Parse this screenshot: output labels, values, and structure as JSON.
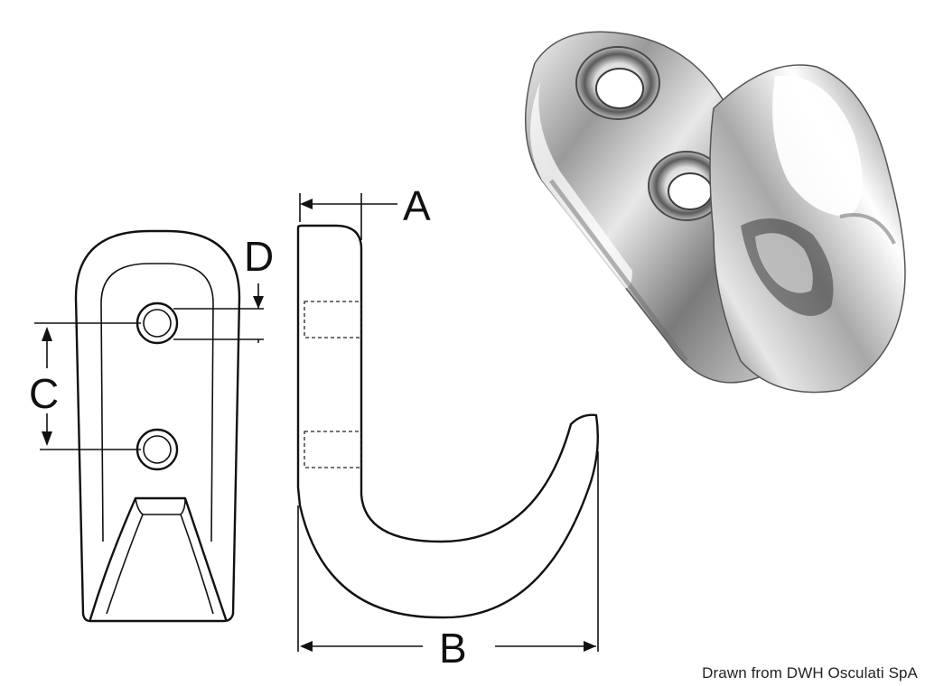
{
  "drawing": {
    "dimension_labels": {
      "a": "A",
      "b": "B",
      "c": "C",
      "d": "D"
    }
  },
  "credit": "Drawn from DWH Osculati SpA"
}
